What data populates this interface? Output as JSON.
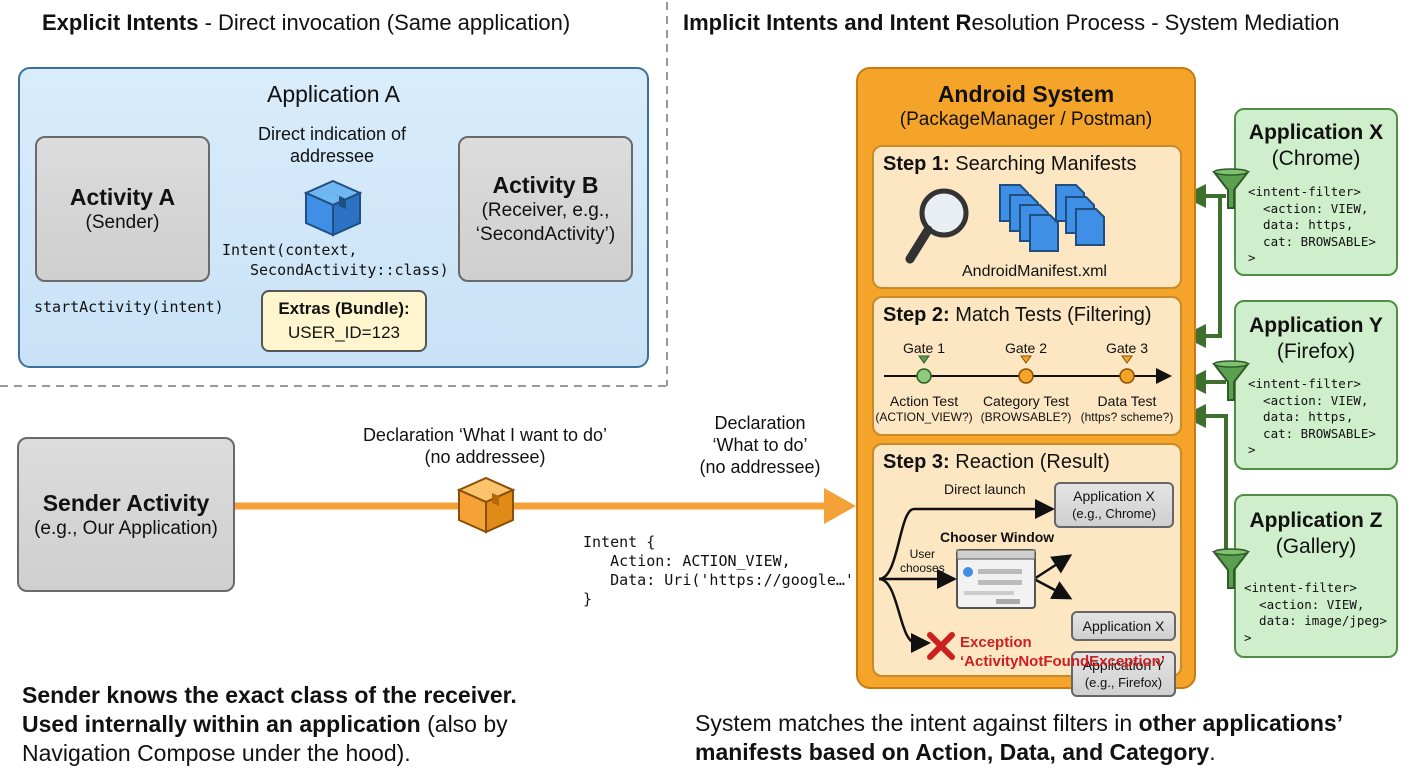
{
  "explicit": {
    "heading_bold": "Explicit Intents",
    "heading_rest": " - Direct invocation (Same application)",
    "app_title": "Application A",
    "activity_a": {
      "title": "Activity A",
      "sub": "(Sender)"
    },
    "activity_b": {
      "title": "Activity B",
      "sub1": "(Receiver, e.g.,",
      "sub2": "‘SecondActivity’)"
    },
    "arrow_label_1": "Direct indication of",
    "arrow_label_2": "addressee",
    "intent_code_1": "Intent(context,",
    "intent_code_2": "SecondActivity::class)",
    "start_code": "startActivity(intent)",
    "extras_title": "Extras (Bundle):",
    "extras_value": "USER_ID=123",
    "note_line1": "Sender knows the exact class of the receiver.",
    "note_line2_bold": "Used internally within an application",
    "note_line2_rest": " (also by",
    "note_line3": "Navigation Compose under the hood)."
  },
  "implicit": {
    "heading_bold1": "Implicit Intents and Intent R",
    "heading_rest": "esolution Process - System Mediation",
    "sender": {
      "title": "Sender Activity",
      "sub": "(e.g., Our Application)"
    },
    "decl_1a": "Declaration ‘What I want to do’",
    "decl_1b": "(no addressee)",
    "decl_2a": "Declaration",
    "decl_2b": "‘What to do’",
    "decl_2c": "(no addressee)",
    "intent_code": "Intent {\n   Action: ACTION_VIEW,\n   Data: Uri('https://google…')\n}",
    "note_line1_rest": "System matches the intent against filters in ",
    "note_line1_bold": "other applications’",
    "note_line2_bold": "manifests based on Action, Data, and Category",
    "note_line2_rest": "."
  },
  "android": {
    "title": "Android System",
    "subtitle": "(PackageManager / Postman)",
    "step1": {
      "num": "Step 1:",
      "title": " Searching Manifests",
      "file": "AndroidManifest.xml"
    },
    "step2": {
      "num": "Step 2:",
      "title": " Match Tests (Filtering)",
      "gates": [
        {
          "gate": "Gate 1",
          "test": "Action Test",
          "detail": "(ACTION_VIEW?)"
        },
        {
          "gate": "Gate 2",
          "test": "Category Test",
          "detail": "(BROWSABLE?)"
        },
        {
          "gate": "Gate 3",
          "test": "Data Test",
          "detail": "(https? scheme?)"
        }
      ]
    },
    "step3": {
      "num": "Step 3:",
      "title": " Reaction (Result)",
      "direct_launch": "Direct launch",
      "chooser": "Chooser Window",
      "user_chooses_1": "User",
      "user_chooses_2": "chooses",
      "res_x_title": "Application X",
      "res_x_sub": "(e.g., Chrome)",
      "choice_x": "Application X",
      "choice_y_title": "Application Y",
      "choice_y_sub": "(e.g., Firefox)",
      "exception_1": "Exception",
      "exception_2": "‘ActivityNotFoundException’"
    }
  },
  "apps": [
    {
      "name": "Application X",
      "sub": "(Chrome)",
      "filter": "<intent-filter>\n  <action: VIEW,\n  data: https,\n  cat: BROWSABLE>\n>"
    },
    {
      "name": "Application Y",
      "sub": "(Firefox)",
      "filter": "<intent-filter>\n  <action: VIEW,\n  data: https,\n  cat: BROWSABLE>\n>"
    },
    {
      "name": "Application Z",
      "sub": "(Gallery)",
      "filter": "<intent-filter>\n  <action: VIEW,\n  data: image/jpeg>\n>"
    }
  ],
  "colors": {
    "blue_arrow": "#3f8fe6",
    "orange_arrow": "#f4a237",
    "android_bg": "#f5a42a",
    "app_green": "#cfeecb",
    "exception_red": "#cc1f1f"
  }
}
